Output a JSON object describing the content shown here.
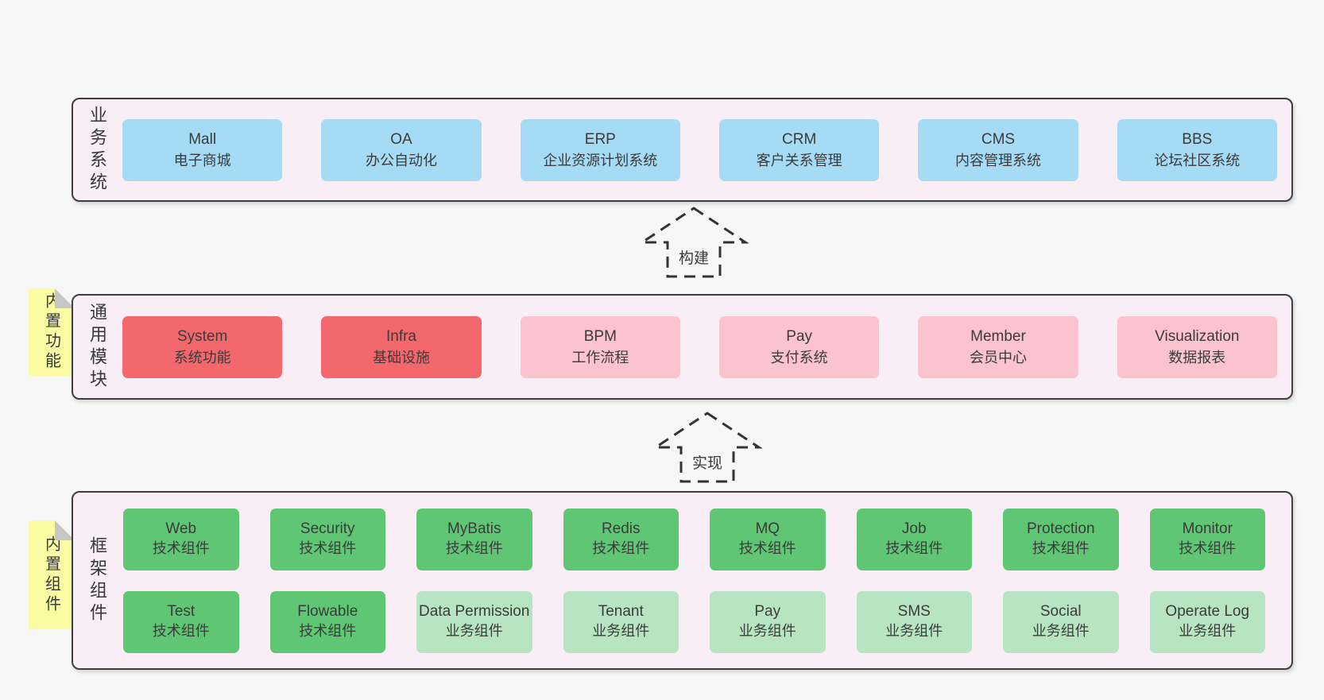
{
  "colors": {
    "page_bg": "#f7f7f7",
    "panel_bg": "#f9edf6",
    "panel_border": "#3e3e3e",
    "box_blue": "#a6dbf5",
    "box_red": "#f2686c",
    "box_pink": "#fac3ce",
    "box_green_dark": "#5fc674",
    "box_green_light": "#b7e5c2",
    "sticky_yellow": "#fbfba3",
    "sticky_fold_gray": "#c6c6c6",
    "text": "#3f3f3f"
  },
  "arrows": [
    {
      "label": "构建"
    },
    {
      "label": "实现"
    }
  ],
  "sections": {
    "business": {
      "label": "业务系统",
      "boxes": [
        {
          "name": "Mall",
          "desc": "电子商城"
        },
        {
          "name": "OA",
          "desc": "办公自动化"
        },
        {
          "name": "ERP",
          "desc": "企业资源计划系统"
        },
        {
          "name": "CRM",
          "desc": "客户关系管理"
        },
        {
          "name": "CMS",
          "desc": "内容管理系统"
        },
        {
          "name": "BBS",
          "desc": "论坛社区系统"
        }
      ]
    },
    "modules": {
      "label": "通用模块",
      "sticky": "内置功能",
      "boxes": [
        {
          "name": "System",
          "desc": "系统功能"
        },
        {
          "name": "Infra",
          "desc": "基础设施"
        },
        {
          "name": "BPM",
          "desc": "工作流程"
        },
        {
          "name": "Pay",
          "desc": "支付系统"
        },
        {
          "name": "Member",
          "desc": "会员中心"
        },
        {
          "name": "Visualization",
          "desc": "数据报表"
        }
      ]
    },
    "components": {
      "label": "框架组件",
      "sticky": "内置组件",
      "rows": [
        [
          {
            "name": "Web",
            "desc": "技术组件"
          },
          {
            "name": "Security",
            "desc": "技术组件"
          },
          {
            "name": "MyBatis",
            "desc": "技术组件"
          },
          {
            "name": "Redis",
            "desc": "技术组件"
          },
          {
            "name": "MQ",
            "desc": "技术组件"
          },
          {
            "name": "Job",
            "desc": "技术组件"
          },
          {
            "name": "Protection",
            "desc": "技术组件"
          },
          {
            "name": "Monitor",
            "desc": "技术组件"
          }
        ],
        [
          {
            "name": "Test",
            "desc": "技术组件"
          },
          {
            "name": "Flowable",
            "desc": "技术组件"
          },
          {
            "name": "Data Permission",
            "desc": "业务组件"
          },
          {
            "name": "Tenant",
            "desc": "业务组件"
          },
          {
            "name": "Pay",
            "desc": "业务组件"
          },
          {
            "name": "SMS",
            "desc": "业务组件"
          },
          {
            "name": "Social",
            "desc": "业务组件"
          },
          {
            "name": "Operate Log",
            "desc": "业务组件"
          }
        ]
      ]
    }
  }
}
